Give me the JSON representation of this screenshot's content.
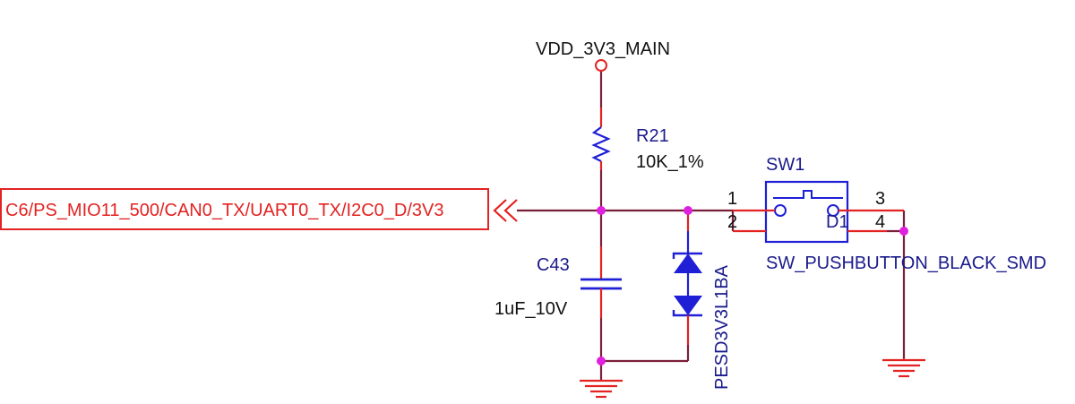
{
  "power": {
    "net_name": "VDD_3V3_MAIN"
  },
  "resistor": {
    "ref": "R21",
    "value": "10K_1%"
  },
  "capacitor": {
    "ref": "C43",
    "value": "1uF_10V"
  },
  "diode": {
    "part": "PESD3V3L1BA"
  },
  "switch": {
    "ref": "SW1",
    "part": "SW_PUSHBUTTON_BLACK_SMD",
    "pin1": "1",
    "pin2": "2",
    "pin3": "3",
    "pin4": "4",
    "pin_d": "D1"
  },
  "port": {
    "net_name": "C6/PS_MIO11_500/CAN0_TX/UART0_TX/I2C0_D/3V3"
  },
  "colors": {
    "wire": "#7a1f3a",
    "pin": "#e32222",
    "symbol": "#1f1fd6",
    "junction": "#e020e0",
    "port": "#e32222",
    "ground": "#e32222"
  }
}
